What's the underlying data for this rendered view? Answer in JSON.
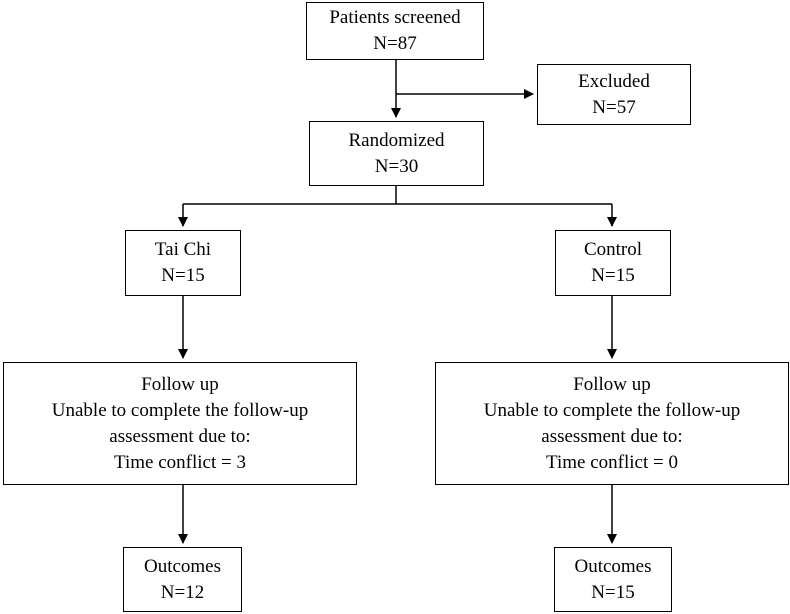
{
  "screened": {
    "title": "Patients screened",
    "n": "N=87"
  },
  "excluded": {
    "title": "Excluded",
    "n": "N=57"
  },
  "randomized": {
    "title": "Randomized",
    "n": "N=30"
  },
  "taichi": {
    "group": {
      "title": "Tai Chi",
      "n": "N=15"
    },
    "followup": {
      "title": "Follow up",
      "line1": "Unable to complete the follow-up",
      "line2": "assessment due to:",
      "line3": "Time conflict = 3"
    },
    "outcomes": {
      "title": "Outcomes",
      "n": "N=12"
    }
  },
  "control": {
    "group": {
      "title": "Control",
      "n": "N=15"
    },
    "followup": {
      "title": "Follow up",
      "line1": "Unable to complete the follow-up",
      "line2": "assessment due to:",
      "line3": "Time conflict = 0"
    },
    "outcomes": {
      "title": "Outcomes",
      "n": "N=15"
    }
  }
}
